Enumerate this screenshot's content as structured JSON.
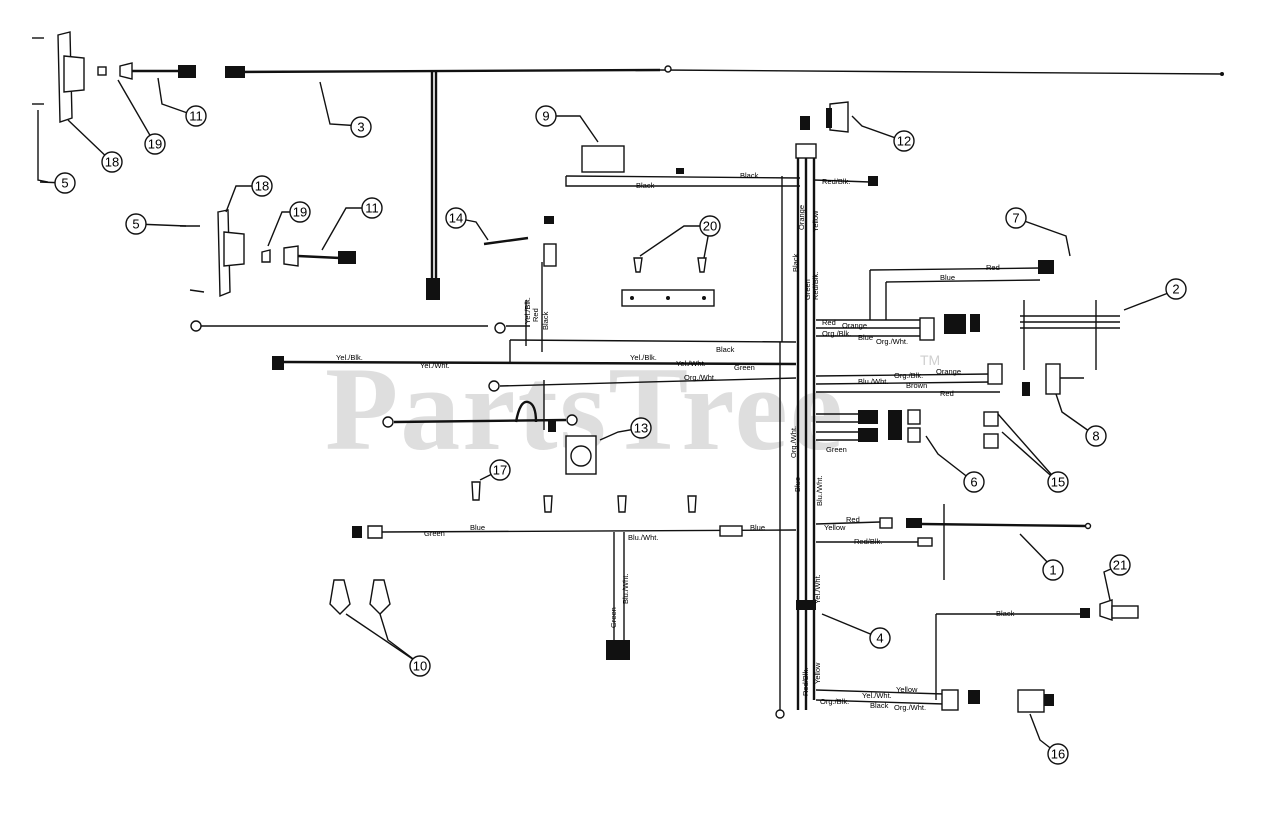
{
  "watermark": {
    "text": "PartsTree",
    "tm": "TM"
  },
  "callouts": [
    "1",
    "2",
    "3",
    "4",
    "5",
    "5",
    "6",
    "7",
    "8",
    "9",
    "10",
    "11",
    "11",
    "12",
    "13",
    "14",
    "15",
    "16",
    "17",
    "18",
    "18",
    "19",
    "19",
    "20",
    "21"
  ],
  "wire_labels": {
    "black_1": "Black",
    "black_2": "Black",
    "black_3": "Black",
    "black_4": "Black",
    "red_blk_1": "Red/Blk.",
    "green_1": "Green",
    "orange_1": "Orange",
    "yellow_1": "Yellow",
    "red_blk_2": "Red/Blk.",
    "red_1": "Red",
    "blue_1": "Blue",
    "red_2": "Red",
    "orange_2": "Orange",
    "org_blk_1": "Org./Blk.",
    "blue_2": "Blue",
    "org_wht_1": "Org./Wht.",
    "yel_blk_1": "Yel./Blk.",
    "red_3": "Red",
    "black_5": "Black",
    "yel_blk_2": "Yel./Blk.",
    "yel_wht_1": "Yel./Wht.",
    "yel_blk_3": "Yel./Blk.",
    "yel_wht_2": "Yel./Wht.",
    "green_2": "Green",
    "org_wht_2": "Org./Wht.",
    "blu_wht_1": "Blu./Wht.",
    "org_blk_2": "Org./Blk.",
    "orange_3": "Orange",
    "brown_1": "Brown",
    "red_4": "Red",
    "org_wht_3": "Org./Wht.",
    "green_3": "Green",
    "blue_3": "Blue",
    "blu_wht_2": "Blu./Wht.",
    "red_5": "Red",
    "yellow_2": "Yellow",
    "green_4": "Green",
    "blue_4": "Blue",
    "blue_5": "Blue",
    "blu_wht_3": "Blu./Wht.",
    "red_blk_3": "Red/Blk.",
    "blu_wht_4": "Blu./Wht.",
    "green_5": "Green",
    "black_6": "Black",
    "red_blk_4": "Red/Blk.",
    "yel_wht_3": "Yel./Wht.",
    "yellow_3": "Yellow",
    "yel_wht_4": "Yel./Wht.",
    "yellow_4": "Yellow",
    "org_blk_3": "Org./Blk.",
    "black_7": "Black",
    "org_wht_4": "Org./Wht."
  }
}
